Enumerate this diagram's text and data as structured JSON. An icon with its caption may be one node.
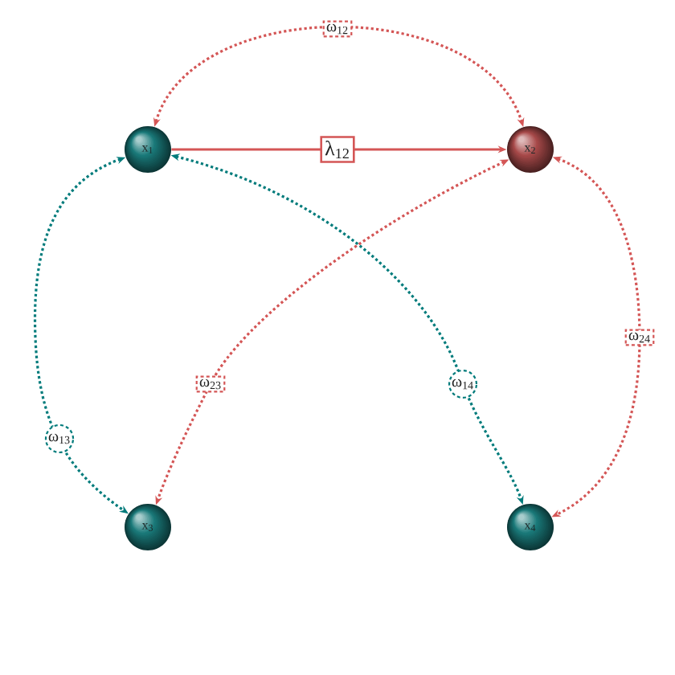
{
  "diagram": {
    "nodes": [
      {
        "text": [
          "x$_{1}$"
        ]
      },
      {
        "text": [
          "x$_{2}$"
        ]
      },
      {
        "text": [
          "x$_{3}$"
        ]
      },
      {
        "text": [
          "x$_{4}$"
        ]
      }
    ],
    "edges": [
      {
        "from": 0,
        "to": 1,
        "arrow": "both",
        "label": "ω$_{12}$",
        "style": "dashed"
      },
      {
        "from": 0,
        "to": 1,
        "arrow": "to",
        "label": "λ$_{12}$"
      },
      {
        "from": 0,
        "to": 2,
        "arrow": "both",
        "label": "ω$_{13}$",
        "style": "dashed",
        "color": "#007b7b"
      },
      {
        "from": 0,
        "to": 3,
        "arrow": "both",
        "label": "ω$_{14}$",
        "style": "dashed",
        "color": "#007b7b"
      },
      {
        "from": 1,
        "to": 2,
        "arrow": "both",
        "label": "ω$_{23}$",
        "style": "dashed"
      },
      {
        "from": 1,
        "to": 3,
        "arrow": "both",
        "label": "ω$_{24}$",
        "style": "dashed"
      }
    ]
  }
}
